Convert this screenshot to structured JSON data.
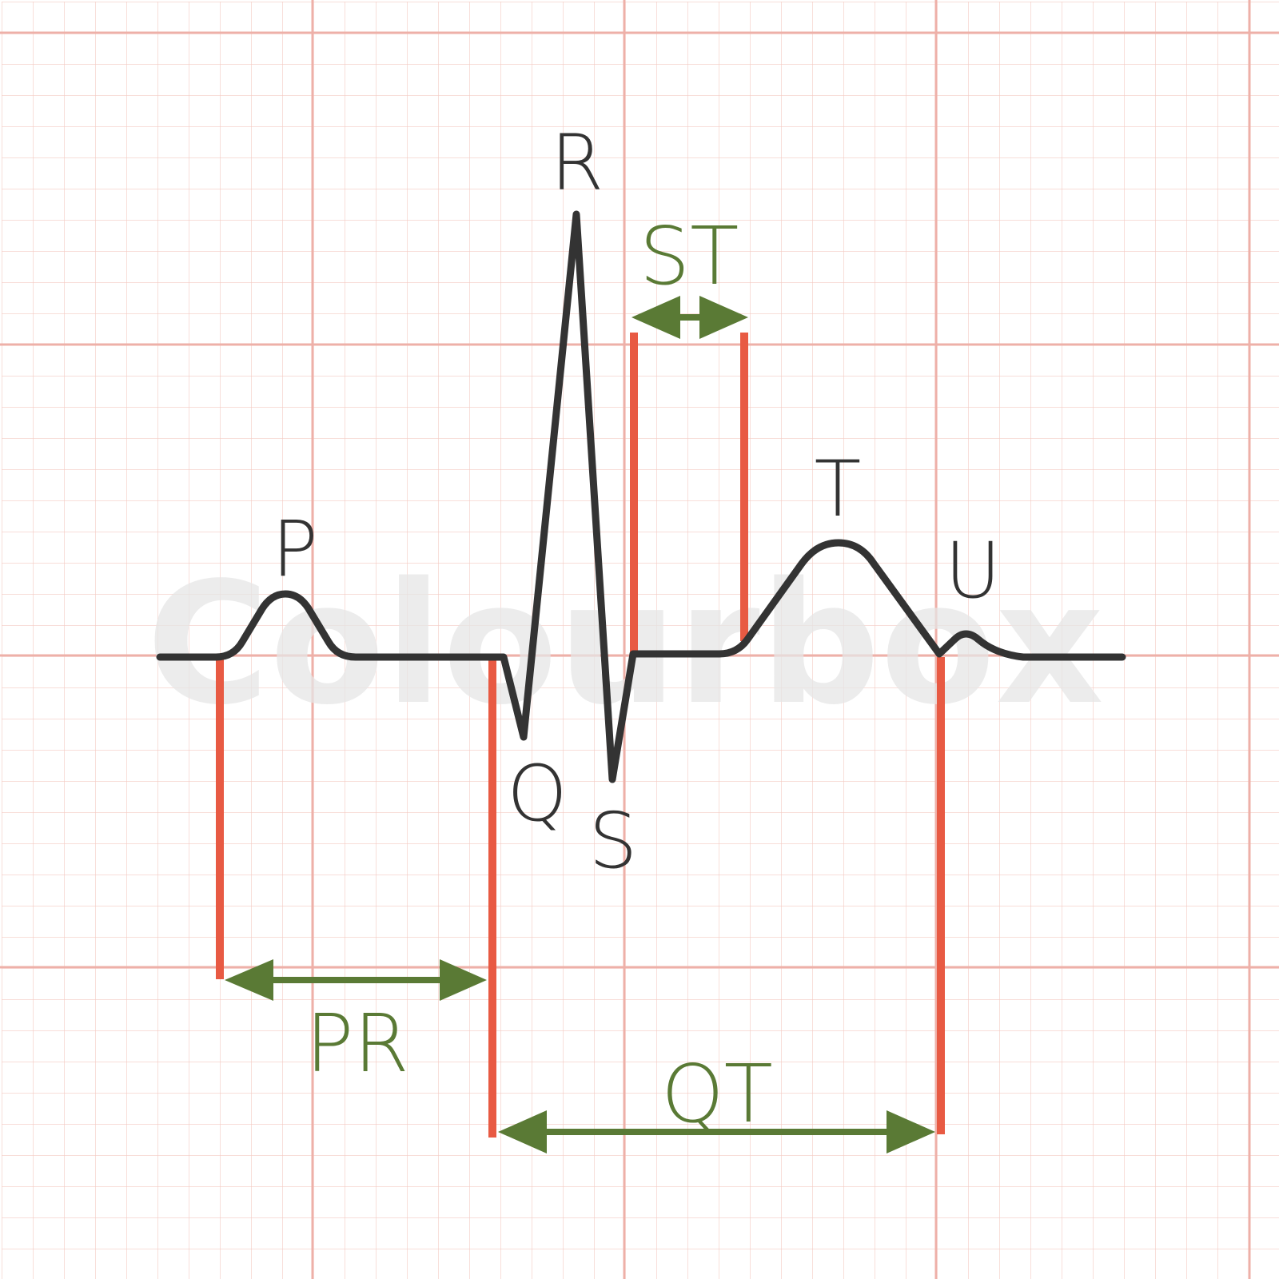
{
  "waves": {
    "p": "P",
    "q": "Q",
    "r": "R",
    "s": "S",
    "t": "T",
    "u": "U"
  },
  "intervals": {
    "pr": "PR",
    "st": "ST",
    "qt": "QT"
  },
  "watermark": "Colourbox",
  "colors": {
    "background": "#ffffff",
    "grid_minor": "#f4c9c2",
    "grid_major": "#eeb0a8",
    "trace": "#333333",
    "marker": "#e85a43",
    "interval": "#5a7a35",
    "watermark": "#e6e6e6"
  }
}
